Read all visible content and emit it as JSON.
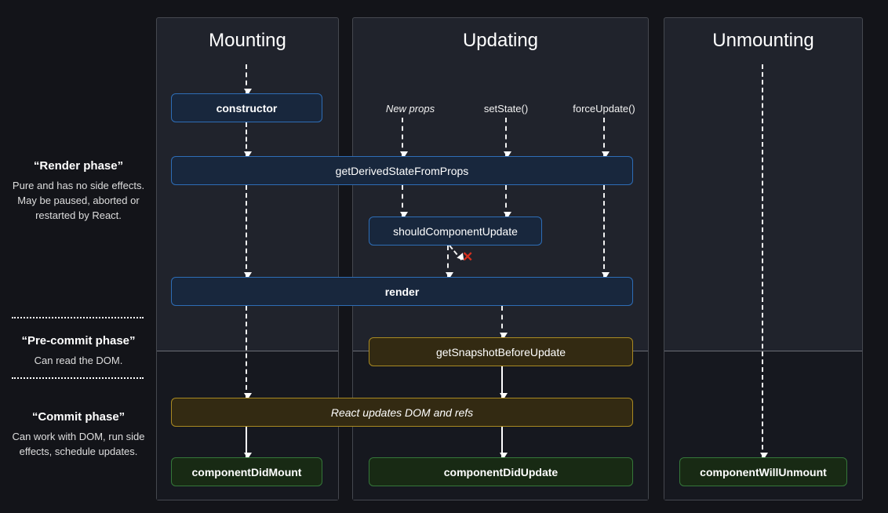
{
  "phases": {
    "render": {
      "title": "“Render phase”",
      "desc": "Pure and has no side effects. May be paused, aborted or restarted by React."
    },
    "pre_commit": {
      "title": "“Pre-commit phase”",
      "desc": "Can read the DOM."
    },
    "commit": {
      "title": "“Commit phase”",
      "desc": "Can work with DOM, run side effects, schedule updates."
    }
  },
  "columns": {
    "mounting": {
      "title": "Mounting"
    },
    "updating": {
      "title": "Updating",
      "triggers": [
        "New props",
        "setState()",
        "forceUpdate()"
      ]
    },
    "unmounting": {
      "title": "Unmounting"
    }
  },
  "methods": {
    "ctor": "constructor",
    "get_derived": "getDerivedStateFromProps",
    "should_update": "shouldComponentUpdate",
    "render": "render",
    "get_snapshot": "getSnapshotBeforeUpdate",
    "react_updates": "React updates DOM and refs",
    "did_mount": "componentDidMount",
    "did_update": "componentDidUpdate",
    "will_unmount": "componentWillUnmount"
  },
  "icons": {
    "abort_x": "✕"
  },
  "colors": {
    "accent_blue": "#2e6db6",
    "accent_gold": "#a98a22",
    "accent_green": "#35773a",
    "abort_red": "#d6301f",
    "panel_bg_render": "#20232c",
    "panel_bg_commit": "#16181f",
    "page_bg": "#131419"
  }
}
